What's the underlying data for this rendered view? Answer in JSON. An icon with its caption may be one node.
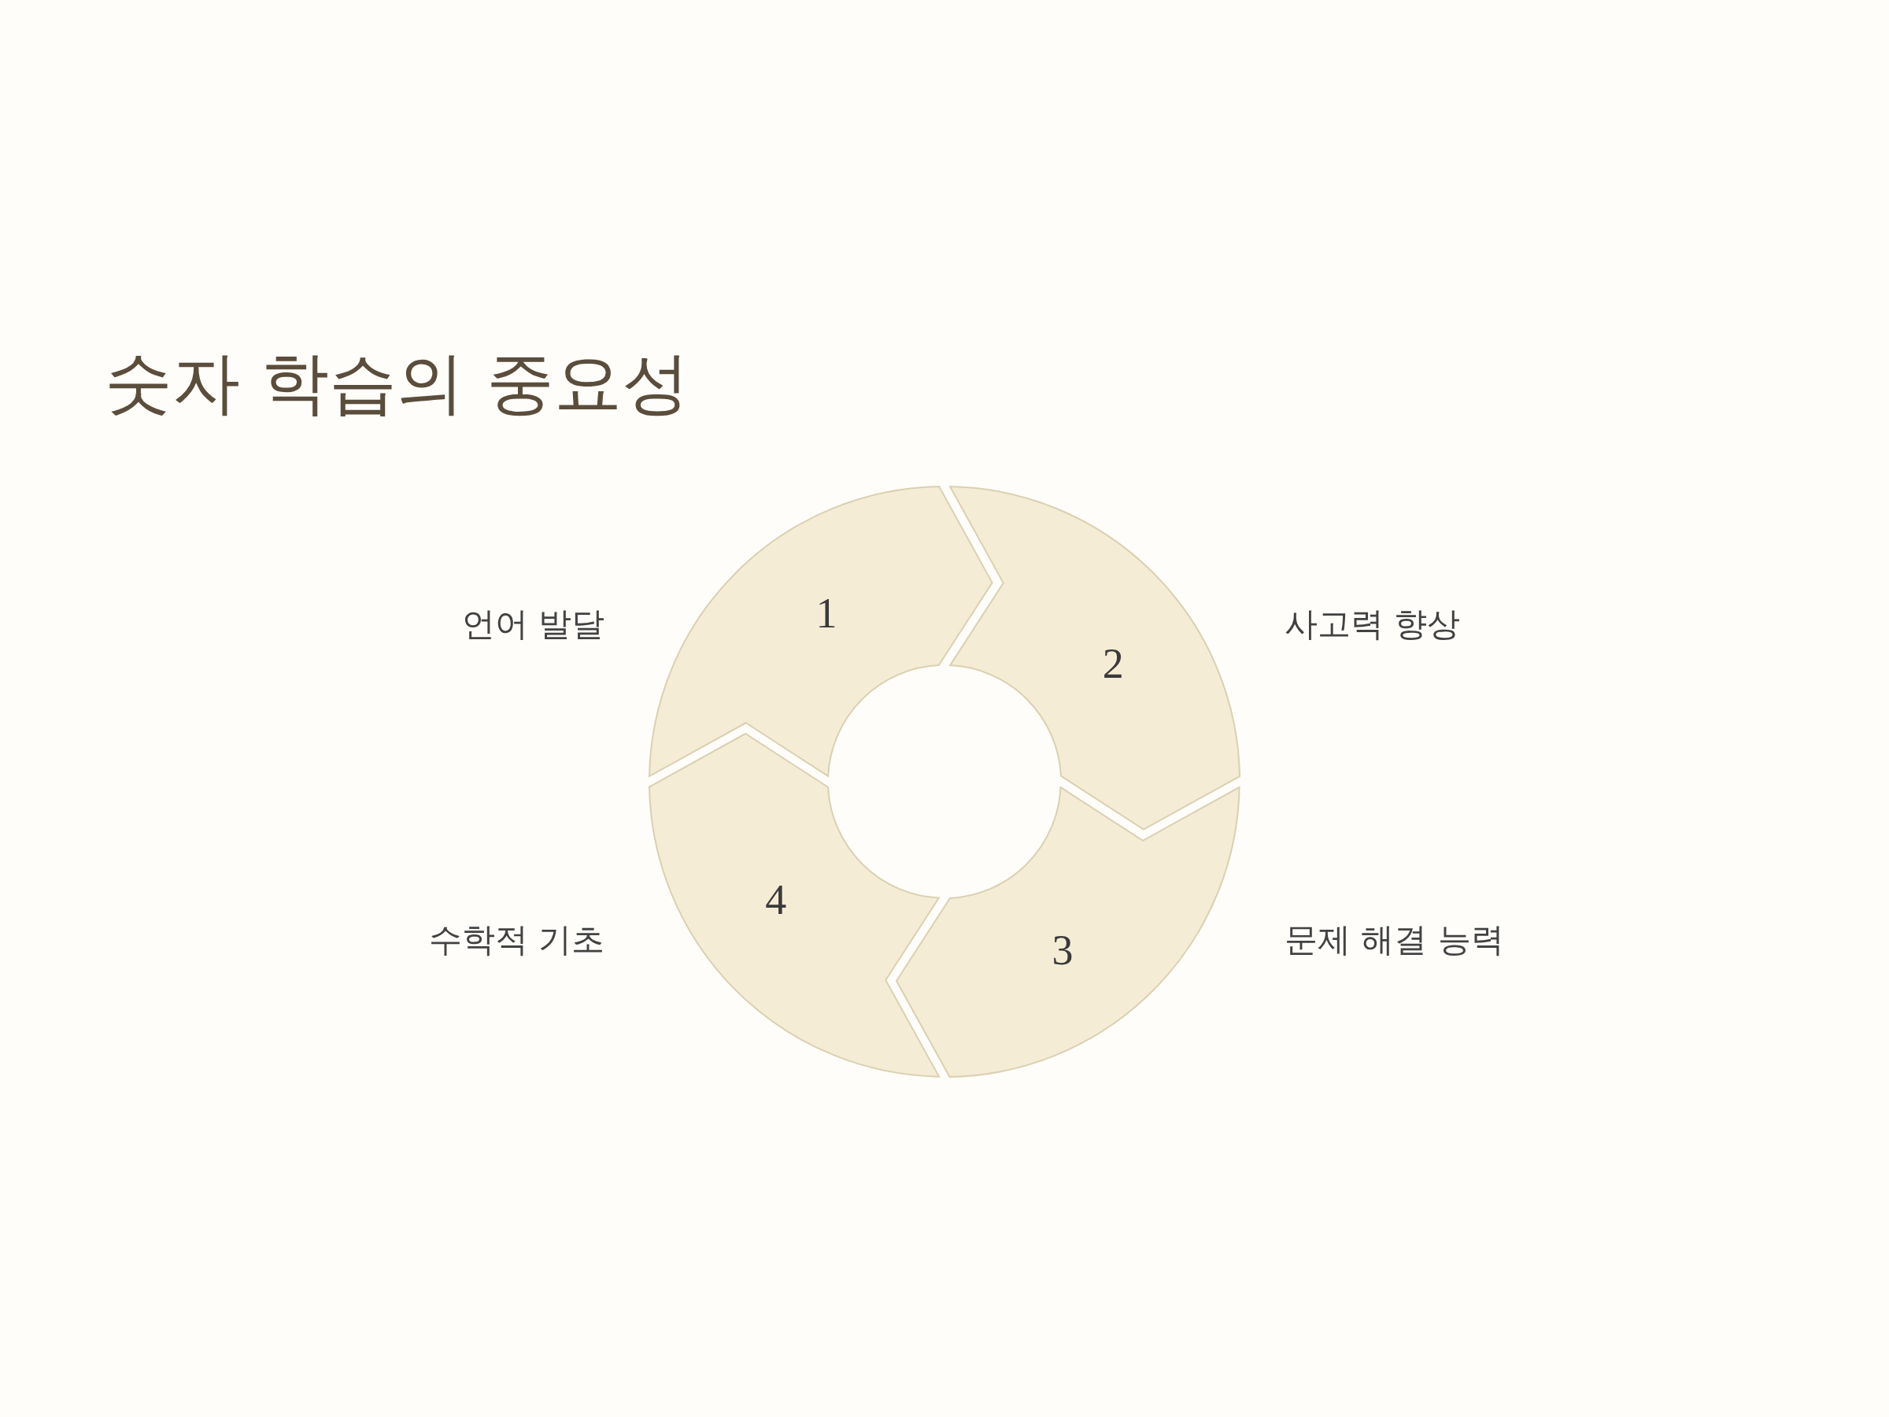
{
  "diagram": {
    "title": "숫자 학습의 중요성",
    "nodes": [
      {
        "text": [
          "1"
        ],
        "beside": [
          "언어 발달"
        ]
      },
      {
        "text": [
          "2"
        ],
        "beside": [
          "사고력 향상"
        ]
      },
      {
        "text": [
          "3"
        ],
        "beside": [
          "문제 해결 능력"
        ]
      },
      {
        "text": [
          "4"
        ],
        "beside": [
          "수학적 기초"
        ]
      }
    ]
  }
}
